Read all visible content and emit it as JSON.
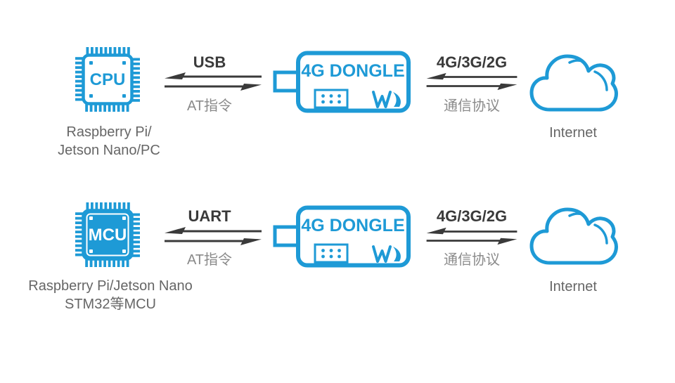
{
  "colors": {
    "brand_blue": "#1E9AD6",
    "arrow_dark": "#3A3A3A",
    "caption_gray": "#666666",
    "sub_gray": "#8A8A8A"
  },
  "icons": {
    "cpu_chip": "processor-chip-outline",
    "mcu_chip": "processor-chip-filled",
    "dongle": "usb-dongle-outline",
    "pin_header": "pin-header-dots",
    "waveshare_logo": "waveshare-w-flame-logo",
    "arrows": "bidirectional-arrows",
    "cloud": "cloud-outline"
  },
  "rows": [
    {
      "chip": {
        "label": "CPU",
        "style": "outline",
        "caption_lines": [
          "Raspberry Pi/",
          "Jetson Nano/PC"
        ]
      },
      "host_link": {
        "top": "USB",
        "bottom": "AT指令"
      },
      "dongle": {
        "label": "4G DONGLE"
      },
      "net_link": {
        "top": "4G/3G/2G",
        "bottom": "通信协议"
      },
      "cloud": {
        "caption": "Internet"
      }
    },
    {
      "chip": {
        "label": "MCU",
        "style": "filled",
        "caption_lines": [
          "Raspberry Pi/Jetson Nano",
          "STM32等MCU"
        ]
      },
      "host_link": {
        "top": "UART",
        "bottom": "AT指令"
      },
      "dongle": {
        "label": "4G DONGLE"
      },
      "net_link": {
        "top": "4G/3G/2G",
        "bottom": "通信协议"
      },
      "cloud": {
        "caption": "Internet"
      }
    }
  ]
}
